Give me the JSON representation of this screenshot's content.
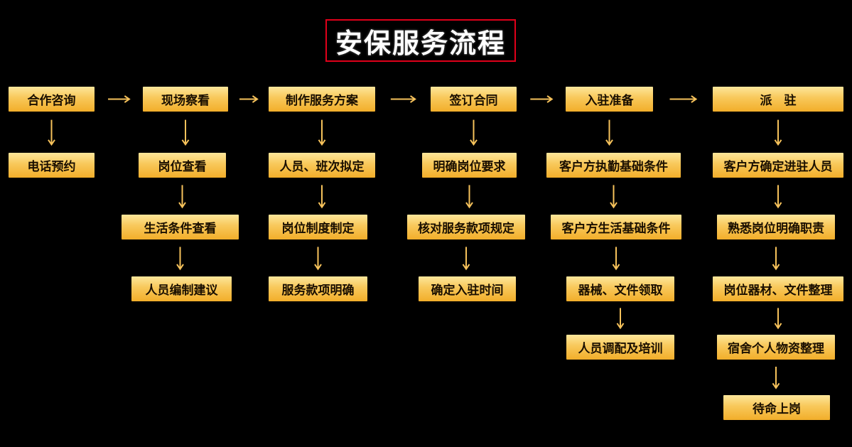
{
  "title": "安保服务流程",
  "colors": {
    "box_top": "#fde69a",
    "box_bottom": "#f2ae2a",
    "arrow": "#f6c25b",
    "title_border": "#e0001a"
  },
  "columns": [
    {
      "header": "合作咨询",
      "steps": [
        "电话预约"
      ]
    },
    {
      "header": "现场察看",
      "steps": [
        "岗位查看",
        "生活条件查看",
        "人员编制建议"
      ]
    },
    {
      "header": "制作服务方案",
      "steps": [
        "人员、班次拟定",
        "岗位制度制定",
        "服务款项明确"
      ]
    },
    {
      "header": "签订合同",
      "steps": [
        "明确岗位要求",
        "核对服务款项规定",
        "确定入驻时间"
      ]
    },
    {
      "header": "入驻准备",
      "steps": [
        "客户方执勤基础条件",
        "客户方生活基础条件",
        "器械、文件领取",
        "人员调配及培训"
      ]
    },
    {
      "header": "派　驻",
      "steps": [
        "客户方确定进驻人员",
        "熟悉岗位明确职责",
        "岗位器材、文件整理",
        "宿舍个人物资整理",
        "待命上岗"
      ]
    }
  ]
}
